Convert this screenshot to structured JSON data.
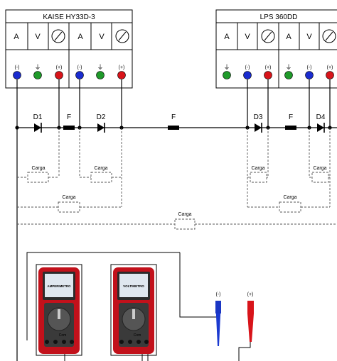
{
  "supplies": [
    {
      "name": "KAISE  HY33D-3",
      "cells": [
        "A",
        "V",
        "A",
        "V"
      ]
    },
    {
      "name": "LPS  360DD",
      "cells": [
        "A",
        "V",
        "A",
        "V"
      ]
    }
  ],
  "terminal_marks": {
    "neg": "(-)",
    "pos": "(+)",
    "gnd": "⏚"
  },
  "components": {
    "diodes": [
      "D1",
      "D2",
      "D3",
      "D4"
    ],
    "fuse": "F",
    "load": "Carga"
  },
  "meters": [
    {
      "screen": "AMPERIMETRO",
      "mode": "Com"
    },
    {
      "screen": "VOLTIMETRO",
      "mode": "Com"
    }
  ],
  "probes": {
    "neg": "(-)",
    "pos": "(+)"
  },
  "colors": {
    "terminal_blue": "#1a2ccf",
    "terminal_green": "#1f9a2a",
    "terminal_red": "#d8141a",
    "meter_red": "#c2111b",
    "wire": "#000000",
    "dashed": "#555555"
  }
}
